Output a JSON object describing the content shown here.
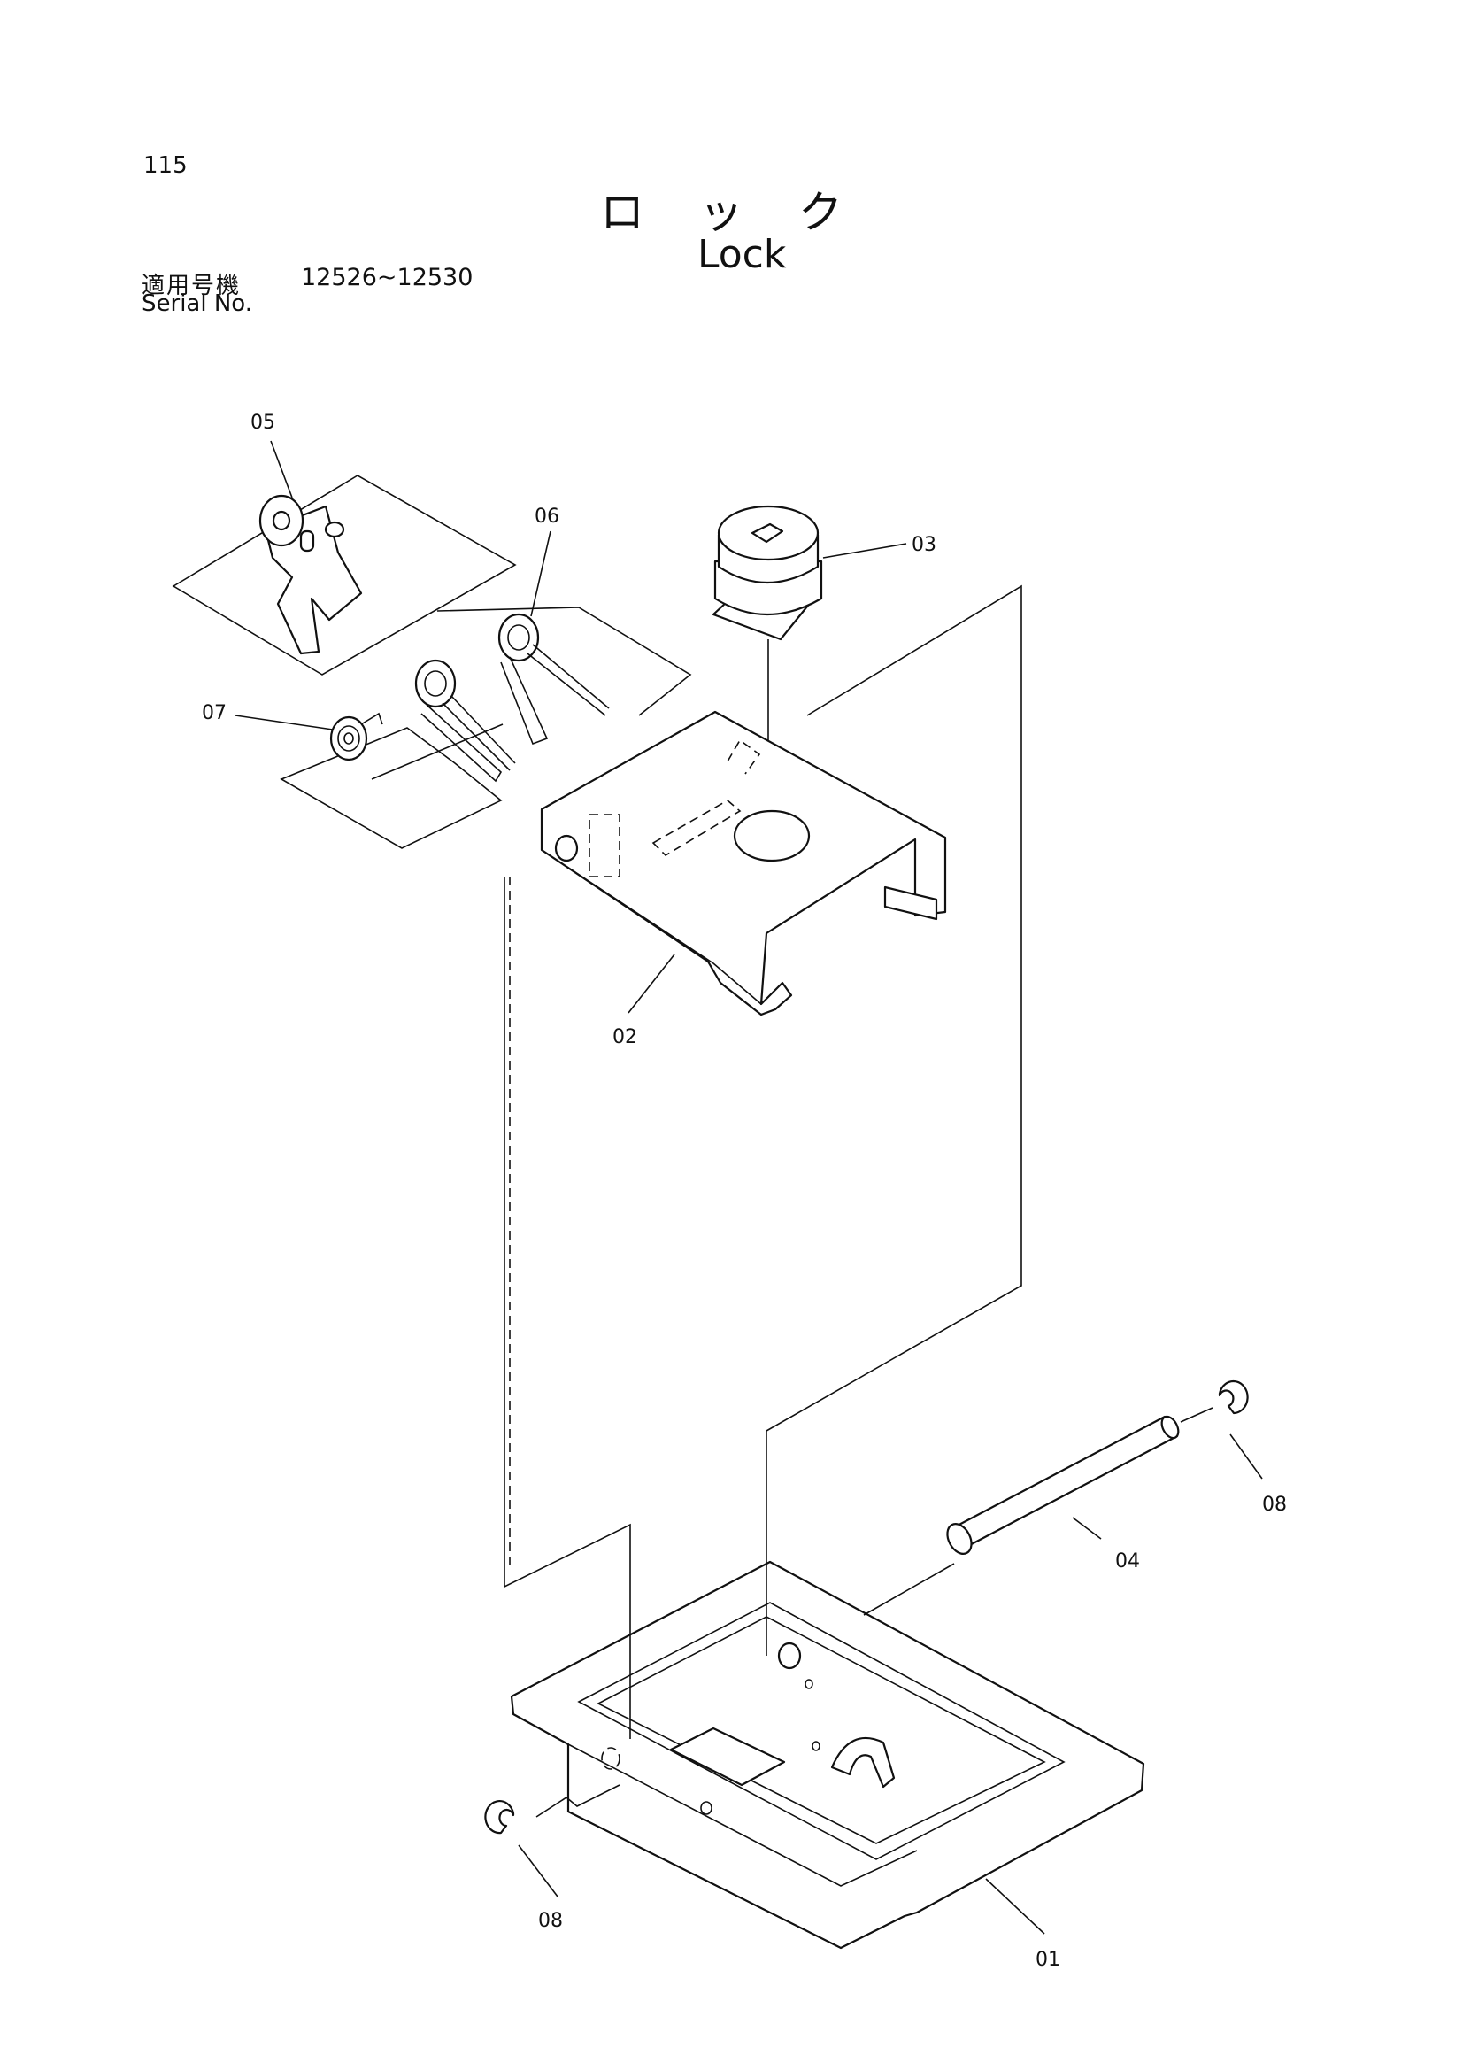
{
  "header": {
    "page_number": "115",
    "title_jp": "ロック",
    "title_en": "Lock",
    "serial_label_jp": "適用号機",
    "serial_range": "12526~12530",
    "serial_label_en": "Serial No."
  },
  "parts": {
    "p01": "01",
    "p02": "02",
    "p03": "03",
    "p04": "04",
    "p05": "05",
    "p06": "06",
    "p07": "07",
    "p08_right": "08",
    "p08_left": "08"
  }
}
